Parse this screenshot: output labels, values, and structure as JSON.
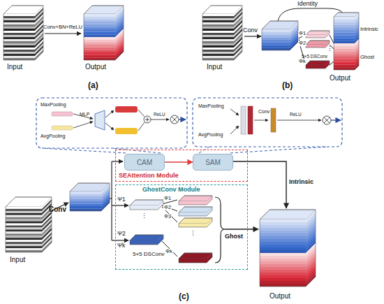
{
  "diagram": {
    "nodes": [
      {
        "text": [
          "SEAttention Module"
        ]
      },
      {
        "text": [
          "CAM"
        ],
        "in": 0
      },
      {
        "text": [
          "SAM"
        ],
        "in": 0
      },
      {
        "text": [
          "GhostConv Module"
        ]
      }
    ],
    "edges": [
      {
        "from": 1,
        "to": 2,
        "arrow": "to"
      }
    ],
    "labels": [
      "Input",
      "Conv+BN+ReLU",
      "Output",
      "(a)",
      "Input",
      "Conv",
      "Identity",
      "Φ1",
      "Φ2",
      "⋮",
      "5×5 DSConv",
      "Φk",
      "Intrinsic",
      "Ghost",
      "Output",
      "(b)",
      "MaxPooling",
      "AvgPooling",
      "MLP",
      "ReLU",
      "MaxPooling",
      "AvgPooling",
      "Conv",
      "ReLU",
      "Input",
      "Conv",
      "Ψ1",
      "Ψ2",
      "⋮",
      "Ψk",
      "Φ1",
      "Φ2",
      "Φ3",
      "⋮",
      "5×5 DSConv",
      "Φk",
      "Intrinsic",
      "Ghost",
      "Output",
      "(c)"
    ]
  }
}
